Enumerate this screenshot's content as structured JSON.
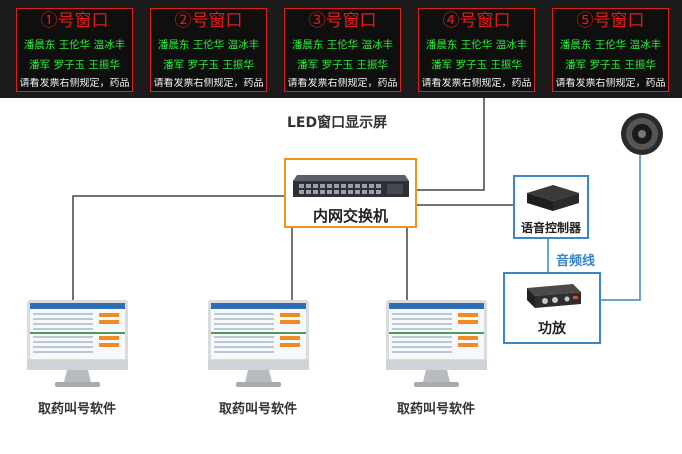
{
  "led_panels": [
    {
      "title": "①号窗口",
      "line1": "潘晨东 王伦华 温冰丰",
      "line2": "潘军  罗子玉 王振华",
      "note": "请看发票右侧规定，药品"
    },
    {
      "title": "②号窗口",
      "line1": "潘晨东 王伦华 温冰丰",
      "line2": "潘军  罗子玉 王振华",
      "note": "请看发票右侧规定，药品"
    },
    {
      "title": "③号窗口",
      "line1": "潘晨东 王伦华 温冰丰",
      "line2": "潘军  罗子玉 王振华",
      "note": "请看发票右侧规定，药品"
    },
    {
      "title": "④号窗口",
      "line1": "潘晨东 王伦华 温冰丰",
      "line2": "潘军  罗子玉 王振华",
      "note": "请看发票右侧规定，药品"
    },
    {
      "title": "⑤号窗口",
      "line1": "潘晨东 王伦华 温冰丰",
      "line2": "潘军  罗子玉 王振华",
      "note": "请看发票右侧规定，药品"
    }
  ],
  "labels": {
    "led_display": "LED窗口显示屏",
    "switch": "内网交换机",
    "voice_controller": "语音控制器",
    "audio_cable": "音频线",
    "amplifier": "功放"
  },
  "computers": [
    {
      "caption": "取药叫号软件"
    },
    {
      "caption": "取药叫号软件"
    },
    {
      "caption": "取药叫号软件"
    }
  ],
  "colors": {
    "led_background": "#1b1b1b",
    "led_border": "#d81e1e",
    "led_title": "#e21b1b",
    "led_names": "#2ee93a",
    "switch_border": "#f2921f",
    "device_border": "#3b86c9",
    "network_line": "#444444",
    "audio_line": "#3b86c9"
  },
  "icons": [
    "network-switch-icon",
    "voice-controller-icon",
    "amplifier-icon",
    "speaker-icon",
    "monitor-icon"
  ]
}
